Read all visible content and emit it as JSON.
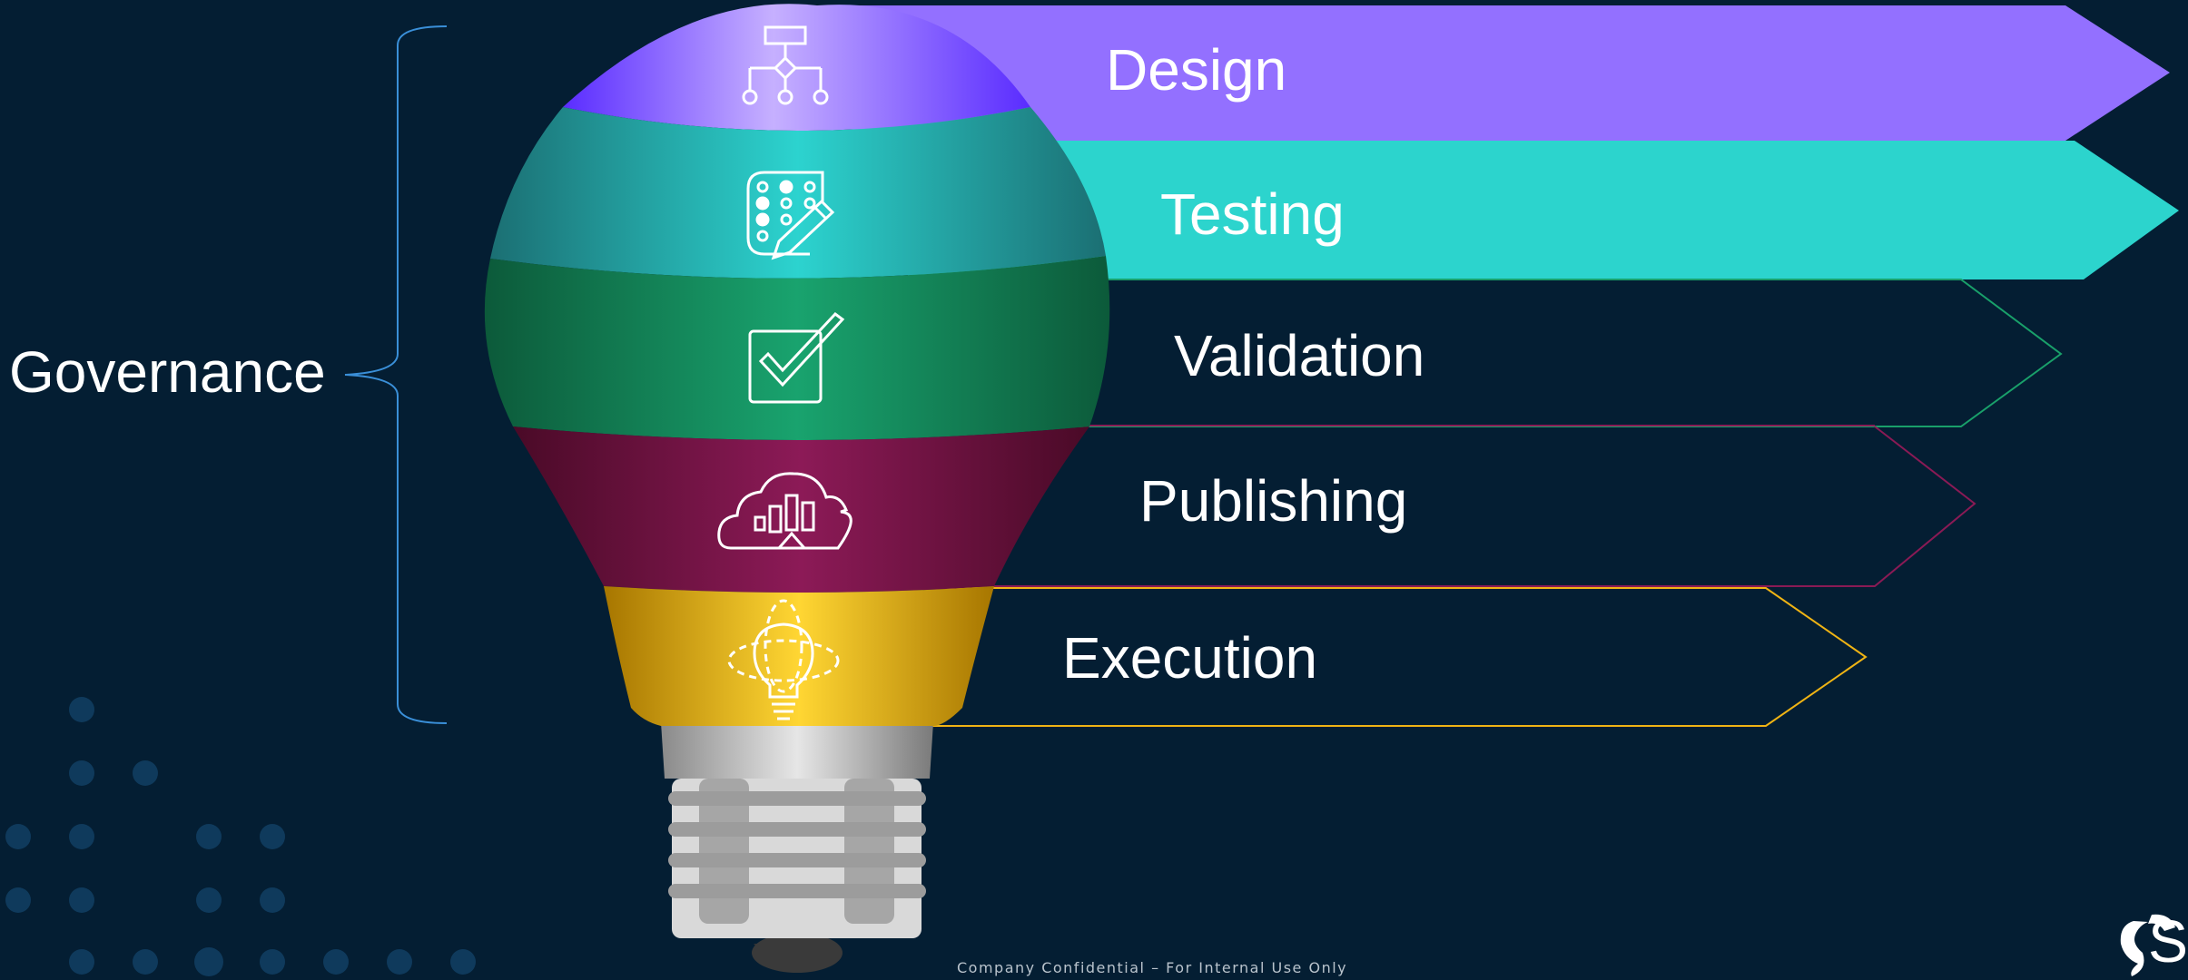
{
  "governance": {
    "label": "Governance"
  },
  "stages": [
    {
      "key": "design",
      "label": "Design",
      "icon": "flowchart-icon",
      "color": "#9370ff"
    },
    {
      "key": "testing",
      "label": "Testing",
      "icon": "checklist-pencil-icon",
      "color": "#2cd4cd"
    },
    {
      "key": "validation",
      "label": "Validation",
      "icon": "checkbox-icon",
      "color": "#19a06a"
    },
    {
      "key": "publishing",
      "label": "Publishing",
      "icon": "cloud-chart-icon",
      "color": "#8a1a55"
    },
    {
      "key": "execution",
      "label": "Execution",
      "icon": "lightbulb-idea-icon",
      "color": "#f0b414"
    }
  ],
  "footer": {
    "text": "Company Confidential – For Internal Use Only"
  },
  "logo": {
    "name": "sas-logo-icon",
    "text": "S"
  }
}
